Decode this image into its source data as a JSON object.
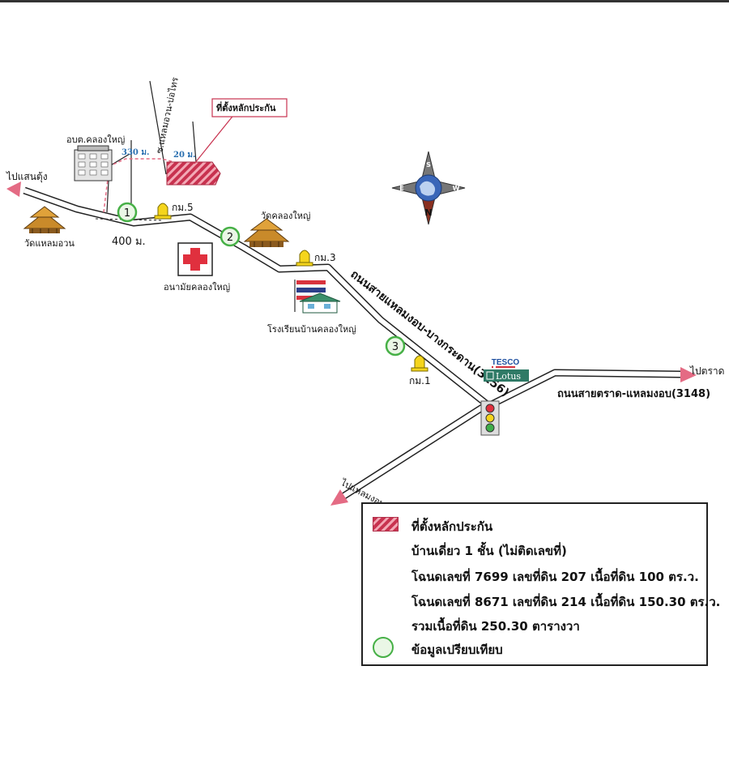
{
  "colors": {
    "collateral": "#c8324f",
    "comparable_ring": "#46b046",
    "arrow": "#e46b84",
    "road_outline": "#222222"
  },
  "labels": {
    "to_saen_tung": "ไปแสนตุ้ง",
    "to_trat": "ไปตราด",
    "to_laem_ngop": "ไปแหลมงอบ",
    "collateral_location": "ที่ตั้งหลักประกัน",
    "soi_name": "ซ.แหลมอวน-บ่อไทร",
    "dist_330": "330 ม.",
    "dist_20": "20 ม.",
    "dist_400": "400 ม.",
    "obt": "อบต.คลองใหญ่",
    "wat_laem_uan": "วัดแหลมอวน",
    "wat_khlong_yai": "วัดคลองใหญ่",
    "health_center": "อนามัยคลองใหญ่",
    "school": "โรงเรียนบ้านคลองใหญ่",
    "km5": "กม.5",
    "km3": "กม.3",
    "km1": "กม.1",
    "road_3156": "ถนนสายแหลมงอบ-บางกระดาน(3156)",
    "road_3148": "ถนนสายตราด-แหลมงอบ(3148)",
    "tesco": "TESCO",
    "lotus": "Lotus",
    "compass_n": "N",
    "compass_s": "S",
    "compass_e": "E",
    "compass_w": "W",
    "markers": [
      "1",
      "2",
      "3"
    ]
  },
  "legend": {
    "items": [
      "ที่ตั้งหลักประกัน",
      "บ้านเดี่ยว 1 ชั้น (ไม่ติดเลขที่)",
      "โฉนดเลขที่ 7699 เลขที่ดิน 207 เนื้อที่ดิน 100 ตร.ว.",
      "โฉนดเลขที่ 8671 เลขที่ดิน 214 เนื้อที่ดิน 150.30 ตร.ว.",
      "รวมเนื้อที่ดิน 250.30 ตารางวา",
      "ข้อมูลเปรียบเทียบ"
    ]
  }
}
